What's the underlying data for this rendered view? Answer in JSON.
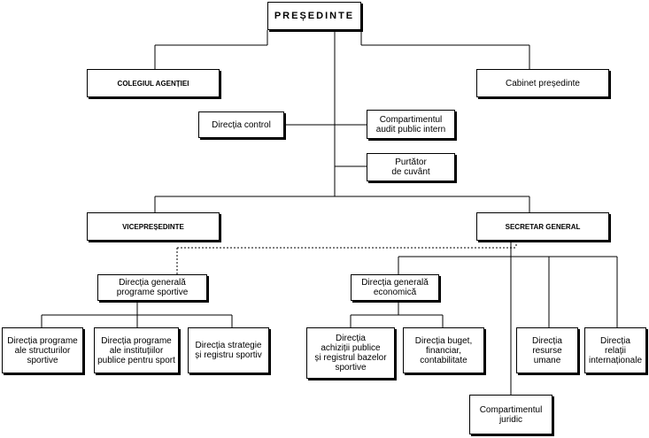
{
  "org": {
    "presedinte": "PREȘEDINTE",
    "colegiul": "COLEGIUL AGENȚIEI",
    "cabinet": "Cabinet președinte",
    "control": "Direcția control",
    "audit": "Compartimentul\naudit public intern",
    "purtator": "Purtător\nde cuvânt",
    "vicepresedinte": "VICEPREȘEDINTE",
    "secretar": "SECRETAR GENERAL",
    "dg_programe": "Direcția generală\nprograme sportive",
    "dg_economica": "Direcția generală\neconomică",
    "dir_structuri": "Direcția programe\nale structurilor\nsportive",
    "dir_institutii": "Direcția programe\nale instituțiilor\npublice pentru sport",
    "dir_strategie": "Direcția strategie\nși registru sportiv",
    "dir_achizitii": "Direcția\nachiziții publice\nși registrul bazelor\nsportive",
    "dir_buget": "Direcția buget,\nfinanciar,\ncontabilitate",
    "dir_resurse": "Direcția\nresurse\numane",
    "dir_relatii": "Direcția\nrelații\ninternaționale",
    "juridic": "Compartimentul\njuridic"
  }
}
